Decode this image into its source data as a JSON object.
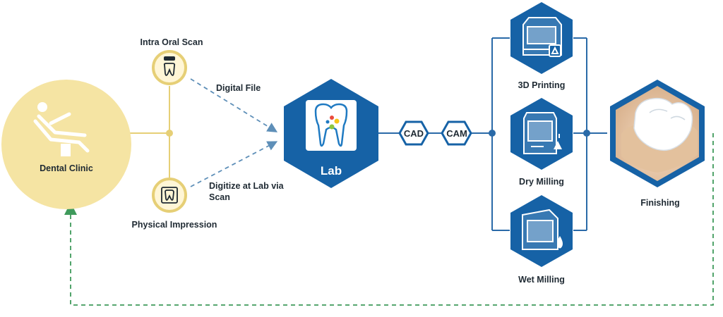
{
  "colors": {
    "clinic": "#f5e4a3",
    "clinic_stroke": "#e6cf76",
    "lab_blue": "#1662a6",
    "line_blue": "#2a6aa8",
    "dashed_green": "#3f9a5b",
    "dashed_blue": "#5e8fb8",
    "text": "#1f2a33"
  },
  "nodes": {
    "clinic": "Dental Clinic",
    "intra_oral": "Intra Oral Scan",
    "physical": "Physical Impression",
    "lab": "Lab",
    "cad": "CAD",
    "cam": "CAM",
    "printing": "3D Printing",
    "dry_milling": "Dry Milling",
    "wet_milling": "Wet Milling",
    "finishing": "Finishing"
  },
  "edges": {
    "digital_file": "Digital File",
    "digitize_line1": "Digitize at Lab via",
    "digitize_line2": "Scan"
  },
  "icons": {
    "clinic": "dental-chair-icon",
    "intra_oral": "intraoral-scanner-icon",
    "physical": "impression-tray-icon",
    "lab": "tooth-logo-icon",
    "printing": "3d-printer-icon",
    "dry_milling": "dry-mill-icon",
    "wet_milling": "wet-mill-icon",
    "finishing": "dental-crown-photo"
  }
}
